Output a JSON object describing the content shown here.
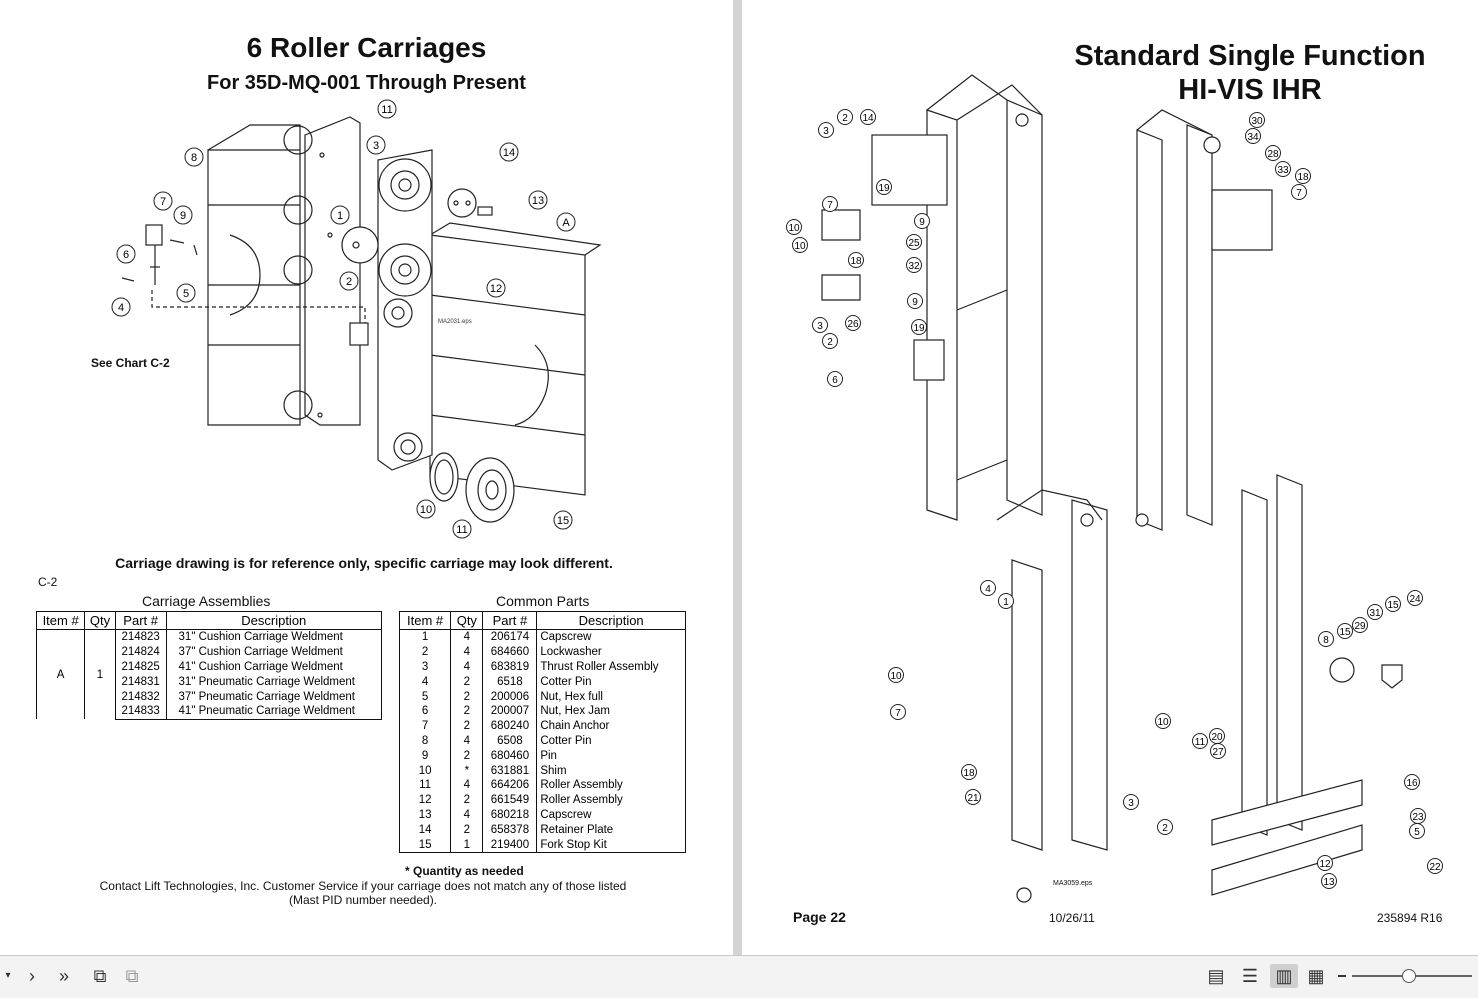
{
  "left_page": {
    "title": "6 Roller Carriages",
    "subtitle": "For 35D-MQ-001 Through Present",
    "see_chart": "See Chart C-2",
    "drawing_file": "MA2031.eps",
    "disclaimer": "Carriage drawing is for reference only, specific carriage may look different.",
    "chart_ref": "C-2",
    "callouts": [
      "11",
      "3",
      "14",
      "8",
      "13",
      "1",
      "7",
      "9",
      "A",
      "6",
      "2",
      "12",
      "5",
      "4",
      "10",
      "11",
      "15"
    ],
    "carriage_table": {
      "caption": "Carriage Assemblies",
      "headers": [
        "Item #",
        "Qty",
        "Part #",
        "Description"
      ],
      "item": "A",
      "qty": "1",
      "rows": [
        {
          "part": "214823",
          "desc": "31\" Cushion Carriage Weldment"
        },
        {
          "part": "214824",
          "desc": "37\" Cushion Carriage Weldment"
        },
        {
          "part": "214825",
          "desc": "41\" Cushion Carriage Weldment"
        },
        {
          "part": "214831",
          "desc": "31\" Pneumatic Carriage Weldment"
        },
        {
          "part": "214832",
          "desc": "37\" Pneumatic Carriage Weldment"
        },
        {
          "part": "214833",
          "desc": "41\" Pneumatic Carriage Weldment"
        }
      ]
    },
    "parts_table": {
      "caption": "Common Parts",
      "headers": [
        "Item #",
        "Qty",
        "Part #",
        "Description"
      ],
      "rows": [
        {
          "item": "1",
          "qty": "4",
          "part": "206174",
          "desc": "Capscrew"
        },
        {
          "item": "2",
          "qty": "4",
          "part": "684660",
          "desc": "Lockwasher"
        },
        {
          "item": "3",
          "qty": "4",
          "part": "683819",
          "desc": "Thrust Roller Assembly"
        },
        {
          "item": "4",
          "qty": "2",
          "part": "6518",
          "desc": "Cotter Pin"
        },
        {
          "item": "5",
          "qty": "2",
          "part": "200006",
          "desc": "Nut, Hex full"
        },
        {
          "item": "6",
          "qty": "2",
          "part": "200007",
          "desc": "Nut, Hex Jam"
        },
        {
          "item": "7",
          "qty": "2",
          "part": "680240",
          "desc": "Chain Anchor"
        },
        {
          "item": "8",
          "qty": "4",
          "part": "6508",
          "desc": "Cotter Pin"
        },
        {
          "item": "9",
          "qty": "2",
          "part": "680460",
          "desc": "Pin"
        },
        {
          "item": "10",
          "qty": "*",
          "part": "631881",
          "desc": "Shim"
        },
        {
          "item": "11",
          "qty": "4",
          "part": "664206",
          "desc": "Roller Assembly"
        },
        {
          "item": "12",
          "qty": "2",
          "part": "661549",
          "desc": "Roller Assembly"
        },
        {
          "item": "13",
          "qty": "4",
          "part": "680218",
          "desc": "Capscrew"
        },
        {
          "item": "14",
          "qty": "2",
          "part": "658378",
          "desc": "Retainer Plate"
        },
        {
          "item": "15",
          "qty": "1",
          "part": "219400",
          "desc": "Fork Stop Kit"
        }
      ]
    },
    "quantity_note": "* Quantity as needed",
    "contact_line1": "Contact Lift Technologies, Inc.  Customer Service if your  carriage does not match any of those listed",
    "contact_line2": "(Mast PID number needed)."
  },
  "right_page": {
    "title_line1": "Standard Single Function",
    "title_line2": "HI-VIS IHR",
    "drawing_file": "MA3059.eps",
    "page_label": "Page 22",
    "date": "10/26/11",
    "doc_number": "235894 R16"
  },
  "toolbar": {
    "icons": [
      "dropdown-icon",
      "next-page-icon",
      "last-page-icon",
      "rotate-icon",
      "export-icon",
      "single-page-view-icon",
      "continuous-view-icon",
      "two-page-view-icon",
      "two-page-continuous-icon",
      "zoom-slider"
    ],
    "zoom_fraction": 0.45
  }
}
